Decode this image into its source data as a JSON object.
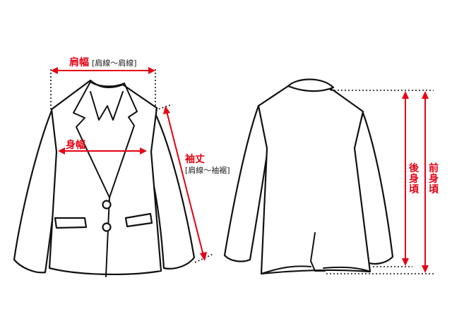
{
  "labels": {
    "shoulder": "肩幅",
    "shoulder_note": "[肩線～肩線]",
    "body_width": "身幅",
    "sleeve": "袖丈",
    "sleeve_note": "[肩線～袖裾]",
    "back_length_1": "後",
    "back_length_2": "身",
    "back_length_3": "頃",
    "front_length_1": "前",
    "front_length_2": "身",
    "front_length_3": "頃"
  },
  "colors": {
    "accent": "#e60012",
    "line": "#111111",
    "background": "#ffffff"
  }
}
